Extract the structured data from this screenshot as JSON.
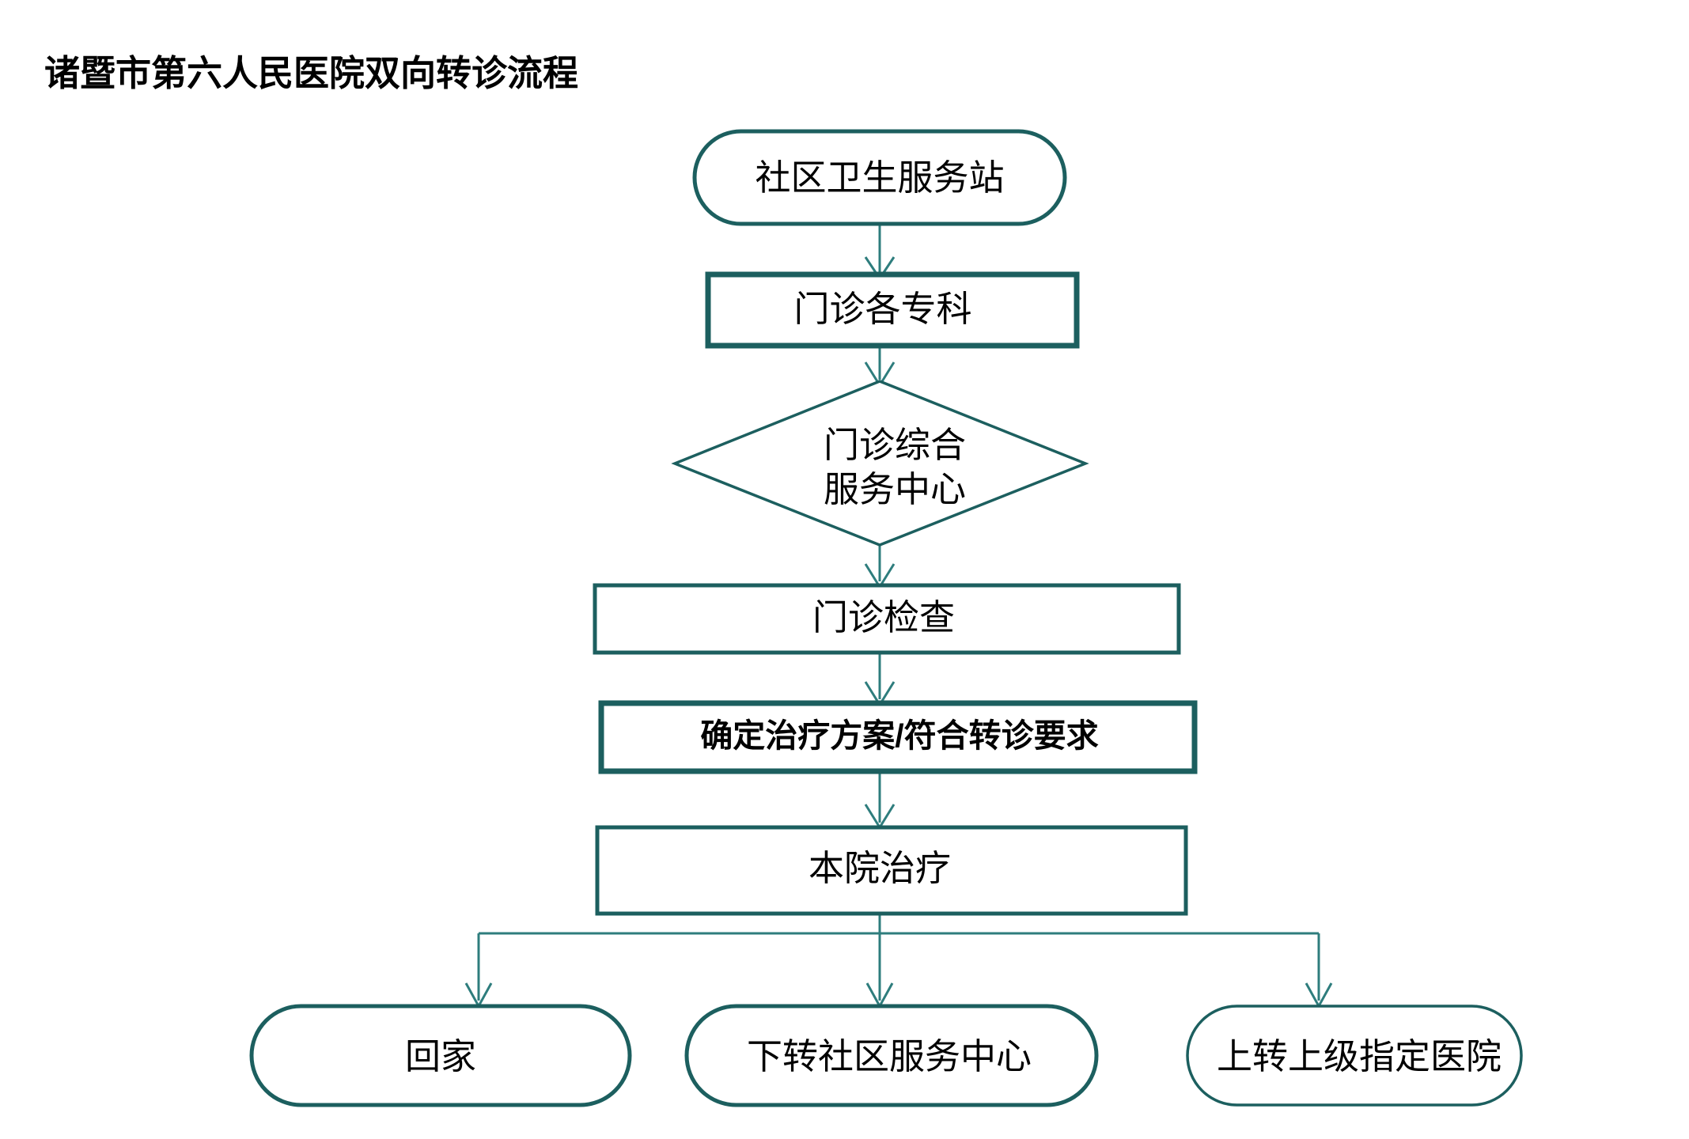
{
  "title": "诸暨市第六人民医院双向转诊流程",
  "theme": {
    "node_border": "#1C5F5F",
    "connector": "#2E7D7D",
    "background": "#ffffff",
    "text": "#000000"
  },
  "chart_data": {
    "type": "diagram",
    "diagram_kind": "flowchart",
    "orientation": "top-to-bottom",
    "title": "诸暨市第六人民医院双向转诊流程",
    "nodes": [
      {
        "id": "n1",
        "label": "社区卫生服务站",
        "shape": "stadium"
      },
      {
        "id": "n2",
        "label": "门诊各专科",
        "shape": "rectangle"
      },
      {
        "id": "n3",
        "label_line1": "门诊综合",
        "label_line2": "服务中心",
        "shape": "diamond"
      },
      {
        "id": "n4",
        "label": "门诊检查",
        "shape": "rectangle"
      },
      {
        "id": "n5",
        "label": "确定治疗方案/符合转诊要求",
        "shape": "rectangle"
      },
      {
        "id": "n6",
        "label": "本院治疗",
        "shape": "rectangle"
      },
      {
        "id": "n7",
        "label": "回家",
        "shape": "stadium"
      },
      {
        "id": "n8",
        "label": "下转社区服务中心",
        "shape": "stadium"
      },
      {
        "id": "n9",
        "label": "上转上级指定医院",
        "shape": "stadium"
      }
    ],
    "edges": [
      {
        "from": "n1",
        "to": "n2"
      },
      {
        "from": "n2",
        "to": "n3"
      },
      {
        "from": "n3",
        "to": "n4"
      },
      {
        "from": "n4",
        "to": "n5"
      },
      {
        "from": "n5",
        "to": "n6"
      },
      {
        "from": "n6",
        "to": "n7"
      },
      {
        "from": "n6",
        "to": "n8"
      },
      {
        "from": "n6",
        "to": "n9"
      }
    ]
  },
  "nodes": {
    "community_station": "社区卫生服务站",
    "outpatient_departments": "门诊各专科",
    "service_center_line1": "门诊综合",
    "service_center_line2": "服务中心",
    "outpatient_exam": "门诊检查",
    "treatment_plan": "确定治疗方案/符合转诊要求",
    "local_treatment": "本院治疗",
    "go_home": "回家",
    "refer_down": "下转社区服务中心",
    "refer_up": "上转上级指定医院"
  }
}
